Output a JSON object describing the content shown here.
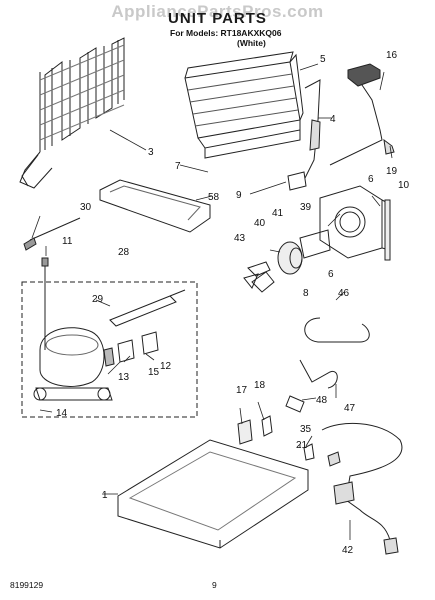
{
  "watermark": "AppliancePartsPros.com",
  "title": "UNIT PARTS",
  "models_line": "For Models: RT18AKXKQ06",
  "variant_line": "(White)",
  "callouts": [
    "1",
    "3",
    "4",
    "5",
    "6",
    "6",
    "7",
    "8",
    "9",
    "10",
    "11",
    "12",
    "13",
    "14",
    "15",
    "16",
    "17",
    "18",
    "19",
    "21",
    "28",
    "29",
    "30",
    "35",
    "39",
    "40",
    "41",
    "42",
    "43",
    "46",
    "47",
    "48",
    "58"
  ],
  "footer": {
    "code": "8199129",
    "page": "9"
  }
}
